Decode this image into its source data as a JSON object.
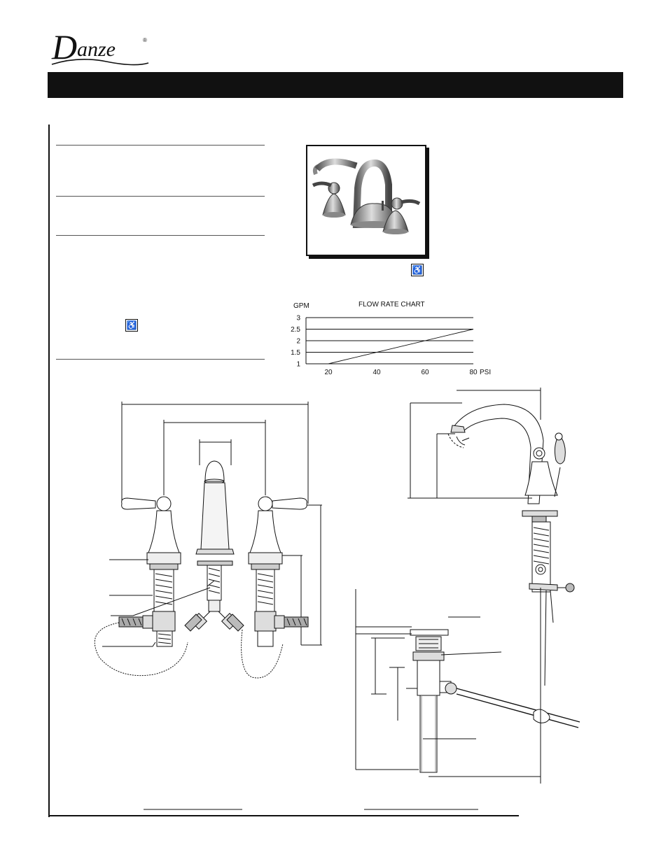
{
  "brand": {
    "logo_text": "Danze",
    "logo_mark": "®"
  },
  "banner": {
    "text": ""
  },
  "icons": {
    "accessibility": "wheelchair-icon",
    "accessibility_glyph": "♿"
  },
  "colors": {
    "ink": "#111111",
    "banner": "#111111"
  },
  "chart_data": {
    "type": "line",
    "title": "FLOW RATE CHART",
    "ylabel": "GPM",
    "xlabel": "PSI",
    "y_ticks": [
      "3",
      "2.5",
      "2",
      "1.5",
      "1"
    ],
    "x_ticks": [
      "20",
      "40",
      "60",
      "80"
    ],
    "ylim": [
      1,
      3
    ],
    "xlim": [
      20,
      80
    ],
    "grid": true,
    "series": [
      {
        "x": [
          20,
          80
        ],
        "y": [
          1.0,
          2.5
        ]
      }
    ]
  }
}
